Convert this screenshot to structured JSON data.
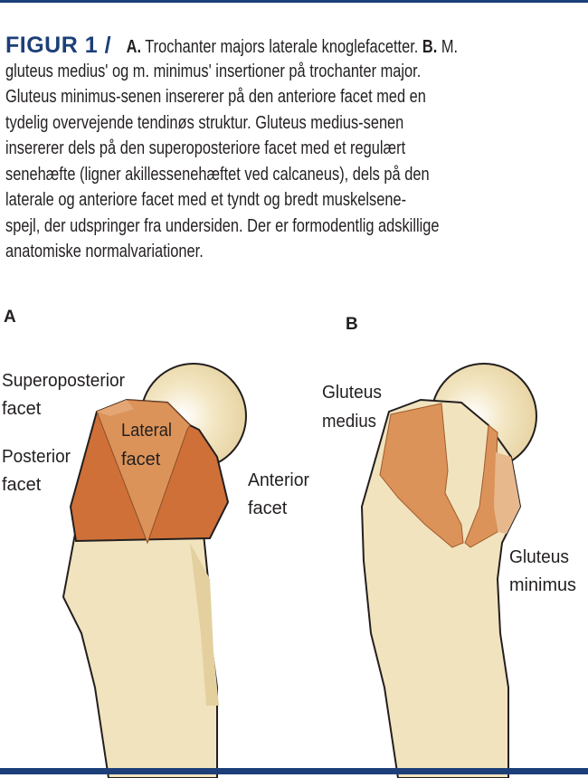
{
  "caption": {
    "figure_label": "FIGUR 1 /",
    "part_a_label": "A.",
    "line1_a": "Trochanter majors laterale knoglefacetter.",
    "part_b_label": "B.",
    "line1_b": "M.",
    "lines": [
      "gluteus medius' og m. minimus' insertioner på trochanter major.",
      "Gluteus minimus-senen insererer på den anteriore facet med en",
      "tydelig overvejende tendinøs struktur. Gluteus medius-senen",
      "insererer dels på den superoposteriore facet med et regulært",
      "senehæfte (ligner akillessenehæftet ved calcaneus), dels på den",
      "laterale og anteriore facet med et tyndt og bredt muskelsene-",
      "spejl, der udspringer fra undersiden. Der er formodentlig adskillige",
      "anatomiske normalvariationer."
    ]
  },
  "panel_a": {
    "label": "A",
    "superoposterior": [
      "Superoposterior",
      "facet"
    ],
    "lateral": [
      "Lateral",
      "facet"
    ],
    "posterior": [
      "Posterior",
      "facet"
    ],
    "anterior": [
      "Anterior",
      "facet"
    ]
  },
  "panel_b": {
    "label": "B",
    "medius": [
      "Gluteus",
      "medius"
    ],
    "minimus": [
      "Gluteus",
      "minimus"
    ]
  },
  "colors": {
    "brand": "#1d3f79",
    "bone": "#f1e3bd",
    "facet_dark": "#cf7038",
    "facet_light": "#dc9359"
  }
}
